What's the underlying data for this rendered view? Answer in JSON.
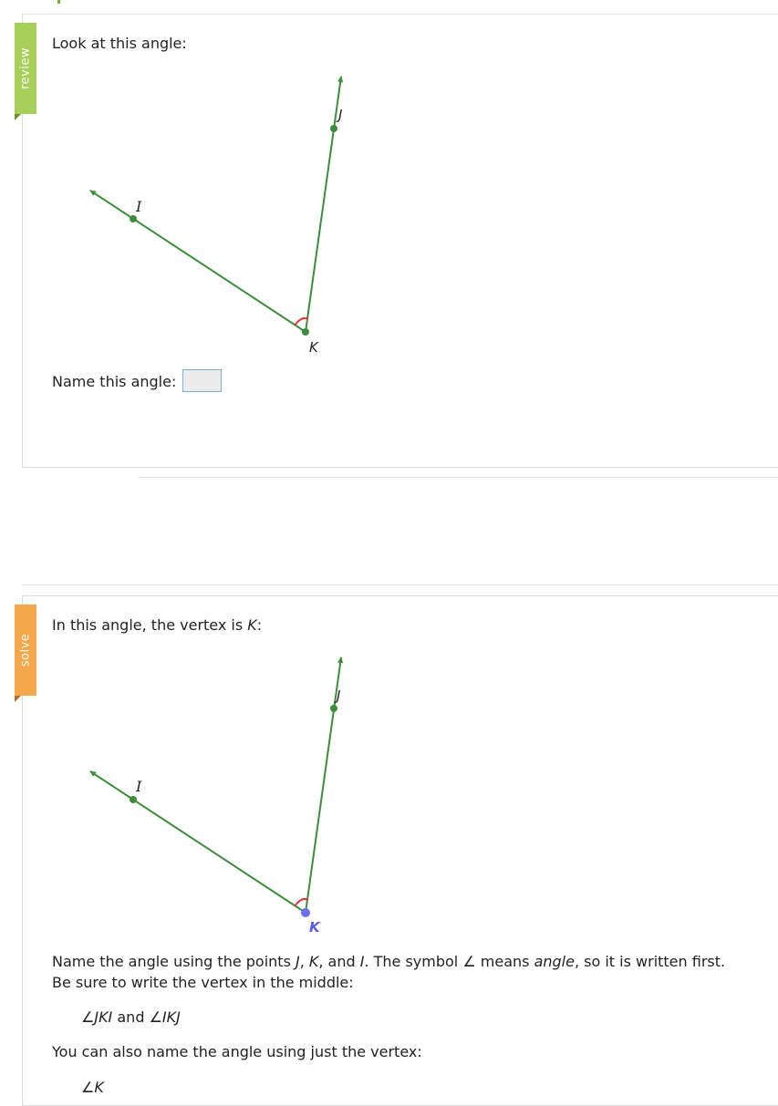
{
  "colors": {
    "review_ribbon": "#a6cf5a",
    "solve_ribbon": "#f4a84a",
    "line": "#3c8c3c",
    "angle_arc": "#e03c3c",
    "vertex_highlight": "#6c6cf0"
  },
  "review": {
    "ribbon_label": "review",
    "prompt": "Look at this angle:",
    "points": {
      "I": "I",
      "J": "J",
      "K": "K"
    },
    "answer_label": "Name this angle:",
    "answer_value": ""
  },
  "solve": {
    "ribbon_label": "solve",
    "intro_prefix": "In this angle, the vertex is ",
    "intro_vertex": "K",
    "intro_suffix": ":",
    "points": {
      "I": "I",
      "J": "J",
      "K": "K"
    },
    "para1": {
      "t1": "Name the angle using the points ",
      "j": "J",
      "t2": ", ",
      "k": "K",
      "t3": ", and ",
      "i": "I",
      "t4": ". The symbol ",
      "sym": "∠",
      "t5": " means ",
      "em": "angle",
      "t6": ", so it is written first."
    },
    "para1_line2": "Be sure to write the vertex in the middle:",
    "names": {
      "first": "∠JKI",
      "and": " and ",
      "second": "∠IKJ"
    },
    "para2": "You can also name the angle using just the vertex:",
    "vertex_name": "∠K"
  }
}
